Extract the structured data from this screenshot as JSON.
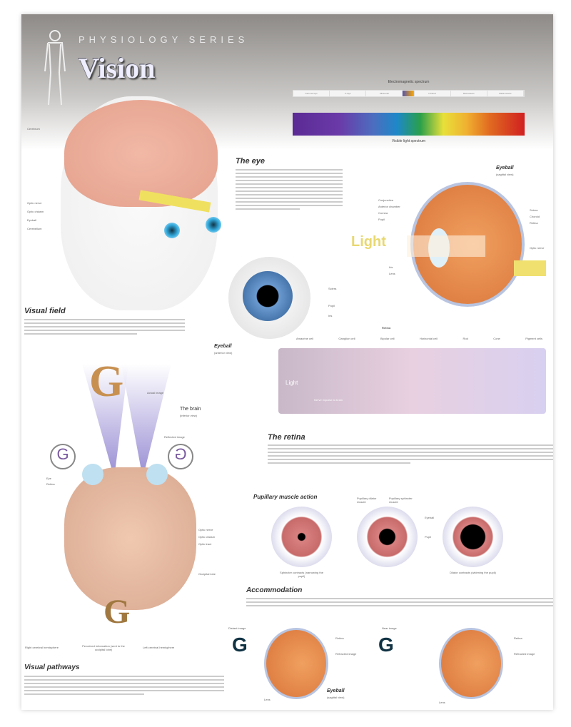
{
  "header": {
    "series": "PHYSIOLOGY SERIES",
    "title": "Vision"
  },
  "spectrum": {
    "title": "Electromagnetic spectrum",
    "bands": [
      "Gamma rays",
      "X-rays",
      "Ultraviolet",
      "Infrared",
      "Microwaves",
      "Radio waves"
    ],
    "visible_label": "Visible light spectrum"
  },
  "brain_labels": [
    "Cerebrum",
    "Optic nerve",
    "Optic chiasm",
    "Eyeball",
    "Cerebellum"
  ],
  "eye": {
    "heading": "The eye",
    "sagittal_title": "Eyeball",
    "sagittal_sub": "(sagittal view)",
    "light": "Light",
    "labels_left": [
      "Conjunctiva",
      "Anterior chamber",
      "Cornea",
      "Pupil",
      "Iris",
      "Lens"
    ],
    "labels_right": [
      "Sclera",
      "Choroid",
      "Retina",
      "Optic nerve"
    ]
  },
  "anterior": {
    "title": "Eyeball",
    "sub": "(anterior view)",
    "labels": [
      "Iris",
      "Pupil",
      "Sclera"
    ]
  },
  "retina_diagram": {
    "title": "Retina",
    "labels": [
      "Amacrine cell",
      "Ganglion cell",
      "Bipolar cell",
      "Horizontal cell",
      "Rod",
      "Cone",
      "Pigment cells"
    ],
    "light": "Light",
    "signal": "Nerve impulse to brain"
  },
  "retina": {
    "heading": "The retina"
  },
  "pupil": {
    "heading": "Pupillary muscle action",
    "labels": [
      "Pupillary dilator muscle",
      "Pupillary sphincter muscle",
      "Eyeball",
      "Pupil"
    ],
    "captions": [
      "Sphincter contracts (narrowing the pupil)",
      "Dilator contracts (widening the pupil)"
    ]
  },
  "accommodation": {
    "heading": "Accommodation",
    "labels": [
      "Distant image",
      "Retina",
      "Refracted image",
      "Lens",
      "Near image",
      "Retina",
      "Refracted image",
      "Lens"
    ],
    "eyeball_title": "Eyeball",
    "eyeball_sub": "(sagittal view)"
  },
  "visual_field": {
    "heading": "Visual field",
    "actual": "Actual image",
    "brain_title": "The brain",
    "brain_sub": "(inferior view)",
    "reflected": "Reflected image",
    "labels": [
      "Eye",
      "Retina",
      "Optic nerve",
      "Optic chiasm",
      "Optic tract",
      "Occipital lobe"
    ],
    "bottom": [
      "Right cerebral hemisphere",
      "Perceived information (sent to the occipital lobe)",
      "Left cerebral hemisphere"
    ]
  },
  "visual_pathways": {
    "heading": "Visual pathways"
  },
  "colors": {
    "header": "#8d8a87",
    "iris_blue": "#5b8ec8",
    "eye_orange": "#e58a4a",
    "iris_pink": "#d88080"
  }
}
